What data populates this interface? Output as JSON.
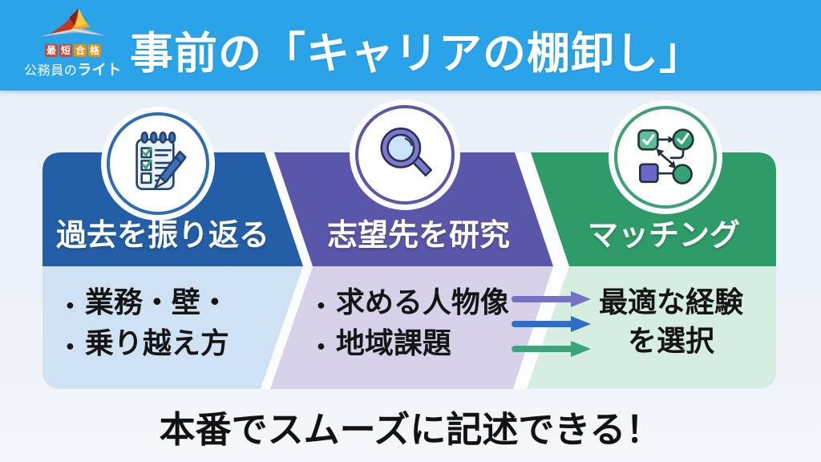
{
  "header": {
    "title": "事前の「キャリアの棚卸し」",
    "logo": {
      "badge": [
        "最",
        "短",
        "合",
        "格"
      ],
      "name_regular": "公務員の",
      "name_bold": "ライト"
    }
  },
  "steps": [
    {
      "title": "過去を振り返る",
      "icon": "checklist-icon",
      "items": [
        "業務・壁・",
        "乗り越え方"
      ],
      "header_color": "#235EA6",
      "body_color": "#CEE2F4",
      "ring_color": "#2D6CB3"
    },
    {
      "title": "志望先を研究",
      "icon": "magnifier-icon",
      "items": [
        "求める人物像",
        "地域課題"
      ],
      "header_color": "#5A56A9",
      "body_color": "#D7D2EA",
      "ring_color": "#5B57A8"
    },
    {
      "title": "マッチング",
      "icon": "flowchart-icon",
      "result_lines": [
        "最適な経験",
        "を選択"
      ],
      "header_color": "#2F9B68",
      "body_color": "#D5EEDF",
      "ring_color": "#3FA173"
    }
  ],
  "arrows": {
    "colors": [
      "#7471C6",
      "#2D6FC4",
      "#3AA578"
    ]
  },
  "footer": {
    "text": "本番でスムーズに記述できる！"
  },
  "theme": {
    "topbar_color": "#2AA3E8",
    "badge_red": "#CF4527",
    "badge_orange": "#E8920C",
    "background_top": "#E7EFF8",
    "background_bottom": "#F4F6FA"
  }
}
